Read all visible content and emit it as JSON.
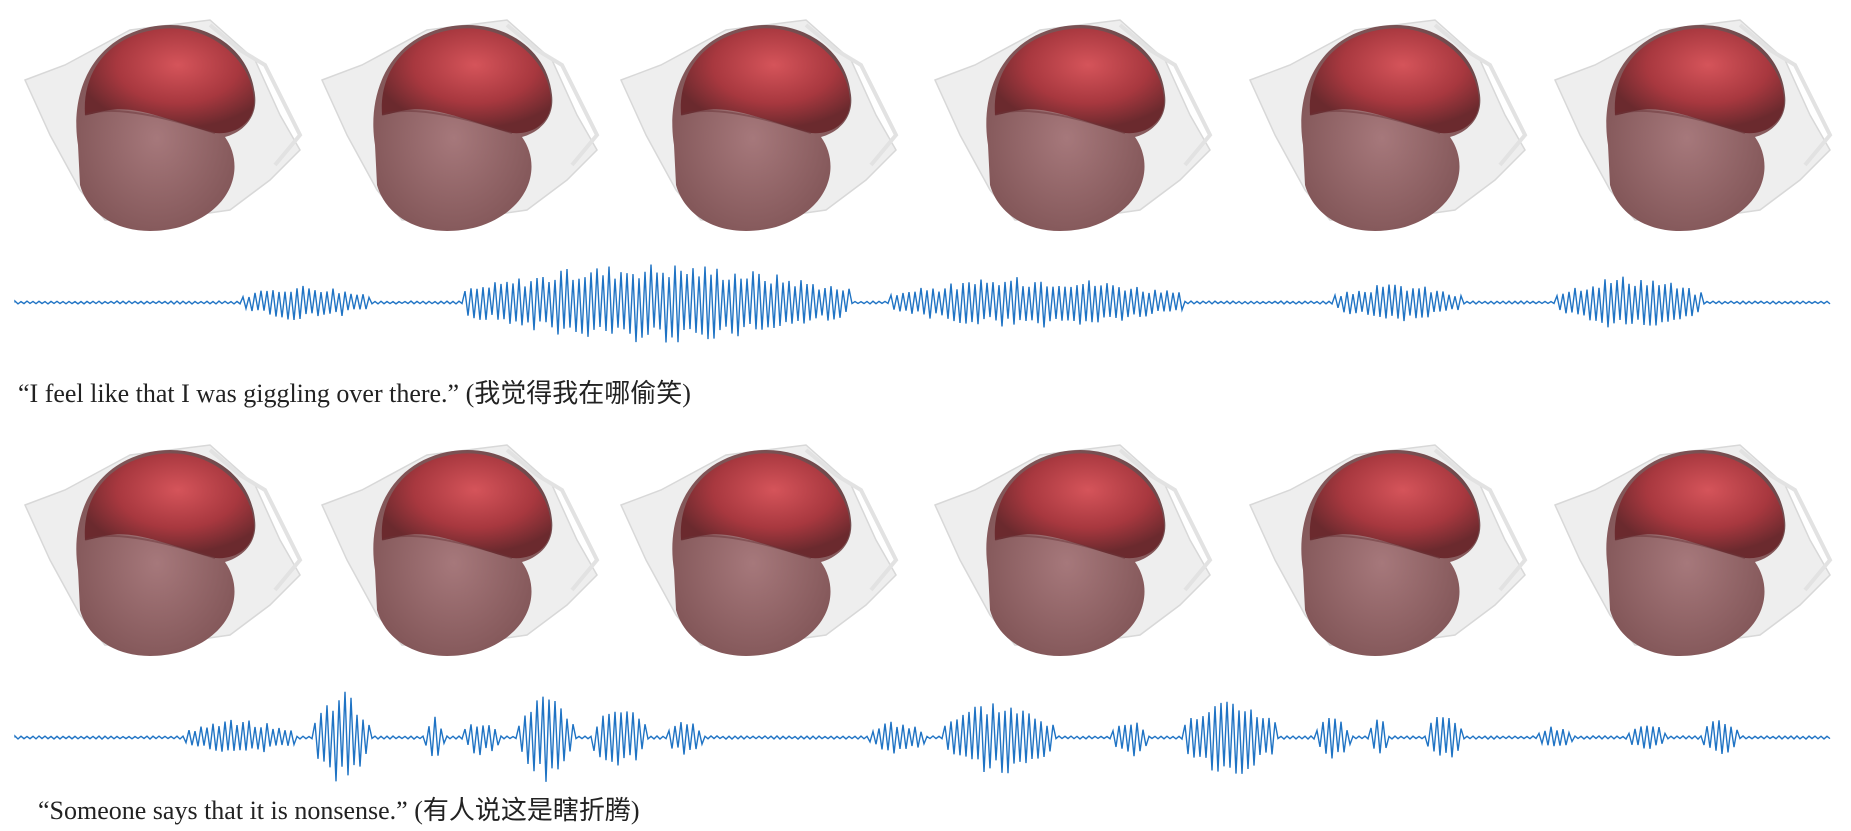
{
  "examples": [
    {
      "caption_en": "“I feel like that I was giggling over there.”",
      "caption_zh": "(我觉得我在哪偷笑)",
      "frames": 6,
      "waveform_color": "#1f73c4",
      "waveform_segments": [
        {
          "start": 0.13,
          "end": 0.2,
          "amp": 0.38
        },
        {
          "start": 0.25,
          "end": 0.46,
          "amp": 0.85
        },
        {
          "start": 0.48,
          "end": 0.64,
          "amp": 0.55
        },
        {
          "start": 0.72,
          "end": 0.79,
          "amp": 0.4
        },
        {
          "start": 0.84,
          "end": 0.92,
          "amp": 0.58
        }
      ]
    },
    {
      "caption_en": "“Someone says that it is nonsense.”",
      "caption_zh": "(有人说这是瞎折腾)",
      "frames": 6,
      "waveform_color": "#1f73c4",
      "waveform_segments": [
        {
          "start": 0.1,
          "end": 0.16,
          "amp": 0.35
        },
        {
          "start": 0.17,
          "end": 0.2,
          "amp": 0.88
        },
        {
          "start": 0.23,
          "end": 0.24,
          "amp": 0.4
        },
        {
          "start": 0.25,
          "end": 0.27,
          "amp": 0.35
        },
        {
          "start": 0.28,
          "end": 0.31,
          "amp": 0.85
        },
        {
          "start": 0.32,
          "end": 0.35,
          "amp": 0.62
        },
        {
          "start": 0.36,
          "end": 0.38,
          "amp": 0.35
        },
        {
          "start": 0.47,
          "end": 0.5,
          "amp": 0.32
        },
        {
          "start": 0.51,
          "end": 0.57,
          "amp": 0.72
        },
        {
          "start": 0.6,
          "end": 0.62,
          "amp": 0.4
        },
        {
          "start": 0.64,
          "end": 0.69,
          "amp": 0.78
        },
        {
          "start": 0.71,
          "end": 0.73,
          "amp": 0.4
        },
        {
          "start": 0.74,
          "end": 0.75,
          "amp": 0.38
        },
        {
          "start": 0.77,
          "end": 0.79,
          "amp": 0.48
        },
        {
          "start": 0.83,
          "end": 0.85,
          "amp": 0.22
        },
        {
          "start": 0.88,
          "end": 0.9,
          "amp": 0.28
        },
        {
          "start": 0.92,
          "end": 0.94,
          "amp": 0.38
        }
      ]
    }
  ]
}
